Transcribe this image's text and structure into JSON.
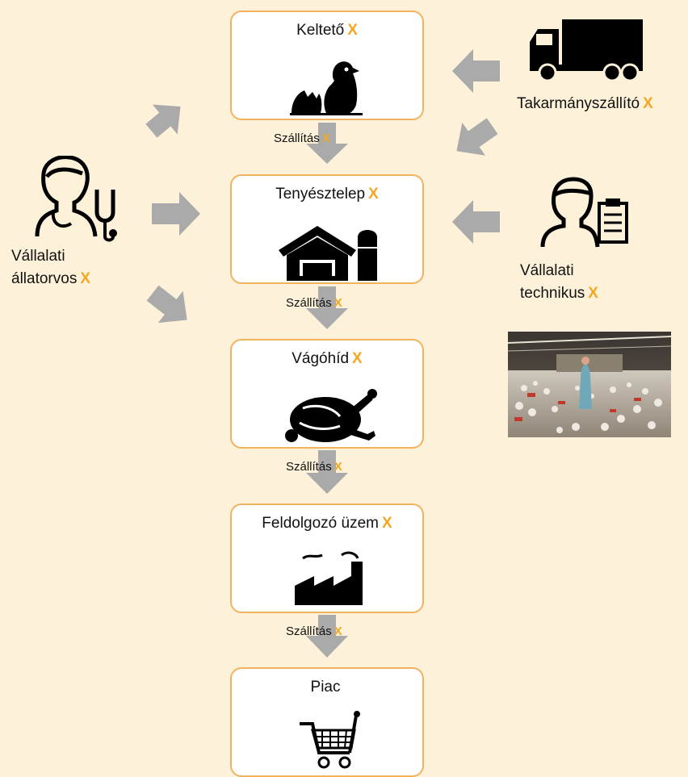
{
  "nodes": [
    {
      "id": "hatchery",
      "label": "Keltető",
      "mark": "X"
    },
    {
      "id": "farm",
      "label": "Tenyésztelep",
      "mark": "X"
    },
    {
      "id": "slaughterhouse",
      "label": "Vágóhíd",
      "mark": "X"
    },
    {
      "id": "processing",
      "label": "Feldolgozó üzem",
      "mark": "X"
    },
    {
      "id": "market",
      "label": "Piac",
      "mark": ""
    }
  ],
  "transport": {
    "label": "Szállítás",
    "mark": "X"
  },
  "actors": {
    "veterinarian": {
      "line1": "Vállalati",
      "line2": "állatorvos",
      "mark": "X"
    },
    "feed_supplier": {
      "label": "Takarmányszállító",
      "mark": "X"
    },
    "technician": {
      "line1": "Vállalati",
      "line2": "technikus",
      "mark": "X"
    }
  },
  "colors": {
    "background": "#fdf2d9",
    "box_border": "#f2b25e",
    "box_fill": "#ffffff",
    "arrow": "#aaaaaa",
    "mark": "#f5a623"
  },
  "icons": {
    "hatchery": "hatching-chick-icon",
    "farm": "farm-barn-silo-icon",
    "slaughterhouse": "roast-chicken-icon",
    "processing": "factory-icon",
    "market": "shopping-cart-icon",
    "veterinarian": "veterinarian-stethoscope-icon",
    "feed_supplier": "truck-icon",
    "technician": "technician-clipboard-icon",
    "photo": "poultry-house-photo"
  }
}
